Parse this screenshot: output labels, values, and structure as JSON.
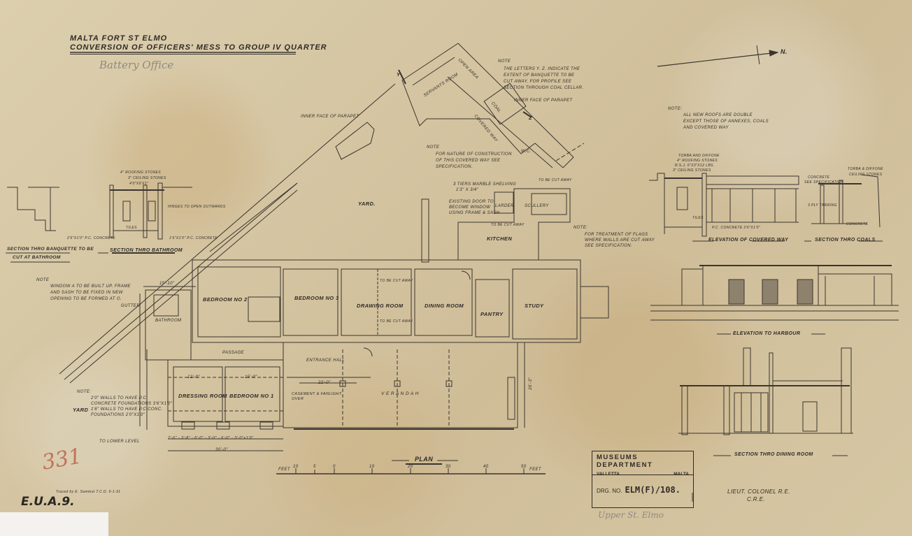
{
  "title": {
    "line1": "MALTA FORT ST ELMO",
    "line2": "CONVERSION OF OFFICERS' MESS TO GROUP IV QUARTER"
  },
  "handwritten": {
    "battery_office": "Battery Office",
    "upper_st_elmo": "Upper St. Elmo",
    "red_number": "331",
    "reference": "E.U.A.9."
  },
  "traced_by": "Traced by E. Sammut T.C.D. 9-1-31",
  "north_label": "N.",
  "notes": {
    "letters": {
      "head": "NOTE",
      "text": [
        "THE LETTERS Y. Z. INDICATE THE",
        "EXTENT OF BANQUETTE TO BE",
        "CUT AWAY. FOR PROFILE SEE",
        "SECTION THROUGH COAL CELLAR."
      ]
    },
    "roofs": {
      "head": "NOTE:",
      "text": [
        "ALL NEW ROOFS ARE DOUBLE",
        "EXCEPT THOSE OF ANNEXES, COALS",
        "AND COVERED WAY"
      ]
    },
    "covered_way": {
      "head": "NOTE",
      "text": [
        "FOR NATURE OF CONSTRUCTION",
        "OF THIS COVERED WAY SEE",
        "SPECIFICATION."
      ]
    },
    "window": {
      "head": "NOTE",
      "text": [
        "WINDOW A TO BE BUILT UP. FRAME",
        "AND SASH TO BE FIXED IN NEW",
        "OPENING TO BE FORMED AT O."
      ]
    },
    "walls": {
      "head": "NOTE:",
      "text": [
        "2'0\" WALLS TO HAVE P.C.",
        "CONCRETE FOUNDATIONS 3'6\"x1'0\"",
        "1'6\" WALLS TO HAVE P.C.CONC.",
        "FOUNDATIONS 2'0\"x1'0\""
      ]
    },
    "flags": {
      "head": "NOTE:",
      "text": [
        "FOR TREATMENT OF FLAGS",
        "WHERE WALLS ARE CUT AWAY",
        "SEE SPECIFICATION."
      ]
    }
  },
  "plan": {
    "rooms": {
      "bedroom2": "BEDROOM No 2",
      "bedroom3": "BEDROOM No 3",
      "drawing": "DRAWING ROOM",
      "dining": "DINING ROOM",
      "pantry": "PANTRY",
      "study": "STUDY",
      "kitchen": "KITCHEN",
      "larder": "LARDER",
      "scullery": "SCULLERY",
      "bathroom": "BATHROOM",
      "passage": "PASSAGE",
      "entrance": "ENTRANCE HALL",
      "dressing": "DRESSING ROOM",
      "bedroom1": "BEDROOM No 1",
      "verandah": "V E R A N D A H",
      "yard_top": "YARD.",
      "yard_left": "YARD",
      "servants": "SERVANTS ROOM",
      "open_area": "OPEN AREA",
      "coal": "COAL",
      "covered_way": "COVERED WAY",
      "wc": "W.C."
    },
    "labels": {
      "inner_parapet": "INNER FACE OF PARAPET",
      "inner_parapet2": "INNER FACE OF PARAPET",
      "shelving": "3 TIERS MARBLE SHELVING",
      "shelving_dim": "1'3\" x 3/4\"",
      "door_window": [
        "EXISTING DOOR TO",
        "BECOME WINDOW",
        "USING FRAME & SASH"
      ],
      "cut_away1": "TO BE CUT AWAY",
      "cut_away2": "TO BE CUT AWAY",
      "cut_away3": "TO BE CUT AWAY",
      "cut_away4": "TO BE CUT AWAY",
      "casement": [
        "CASEMENT & FANLIGHT",
        "OVER"
      ],
      "gutter": "GUTTER",
      "lower_level": "TO LOWER LEVEL",
      "y_mark": "Y",
      "z_mark": "Z",
      "dim_15_10": "15'-10\"",
      "dim_22": "22'-0\"",
      "dim_30": "30'-0\"",
      "dim_row": "7'-6\" - 3'-8\" - 6'-0\" - 3'-0\" - 6'-0\" - 3'-0\"+1'0\"",
      "dim_12": "12'-0\"",
      "dim_15": "15'-0\"",
      "dim_26": "26'-3\""
    },
    "title": "PLAN"
  },
  "scale": {
    "left_label": "FEET",
    "ticks": [
      "10",
      "5",
      "0",
      "10",
      "20",
      "30",
      "40",
      "50"
    ],
    "right_label": "FEET"
  },
  "sections": {
    "banquette": [
      "SECTION THRO BANQUETTE TO BE",
      "CUT AT BATHROOM"
    ],
    "bathroom": "SECTION THRO BATHROOM",
    "bathroom_labels": [
      "4\" ROOFING STONES",
      "3\" CEILING STONES",
      "4'0\"x9'x1\"",
      "HINGES TO OPEN OUTWARDS",
      "2'6\"x1'0\" P.C. CONCRETE",
      "1'6\"x1'0\" P.C. CONCRETE",
      "TILES"
    ],
    "covered_way": "ELEVATION OF COVERED WAY",
    "covered_labels": [
      "TORBA AND DIFFONE",
      "4\" ROOFING STONES",
      "R.S.J. 6\"x3\"x12 LBS.",
      "3\" CEILING STONES",
      "TILES",
      "P.C. CONCRETE 2'6\"x1'0\""
    ],
    "coals": "SECTION THRO COALS",
    "coals_labels": [
      "TORBA & DIFFONE",
      "CEILING STONES",
      "CONCRETE",
      "SEE SPECIFICATION",
      "3 PLY TARRING",
      "CONCRETE"
    ],
    "harbour": "ELEVATION TO HARBOUR",
    "dining": "SECTION THRO DINING ROOM"
  },
  "stamp": {
    "department": "MUSEUMS DEPARTMENT",
    "city": "VALLETTA",
    "country": "MALTA",
    "drg_label": "DRG. NO.",
    "drg_number": "ELM(F)/108."
  },
  "signature": {
    "line1": "LIEUT. COLONEL R.E.",
    "line2": "C.R.E."
  }
}
